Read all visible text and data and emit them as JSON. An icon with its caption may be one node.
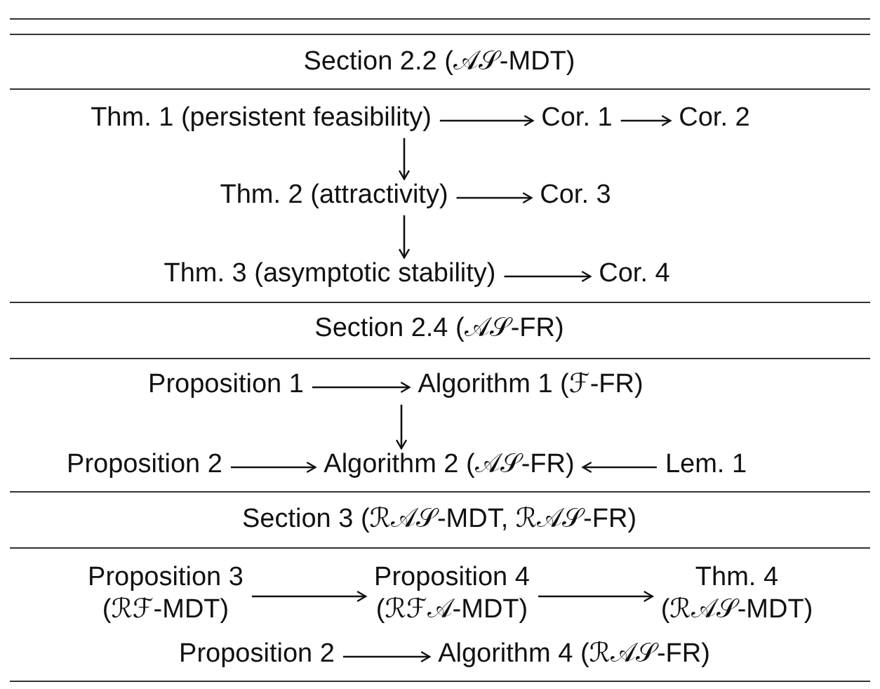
{
  "diagram": {
    "nodes": [
      {
        "text": [
          "Thm. 1 (persistent feasibility)"
        ]
      },
      {
        "text": [
          "Cor. 1"
        ]
      },
      {
        "text": [
          "Cor. 2"
        ]
      },
      {
        "text": [
          "Thm. 2 (attractivity)"
        ]
      },
      {
        "text": [
          "Cor. 3"
        ]
      },
      {
        "text": [
          "Thm. 3 (asymptotic stability)"
        ]
      },
      {
        "text": [
          "Cor. 4"
        ]
      },
      {
        "text": [
          "Proposition 1"
        ]
      },
      {
        "text": [
          "Algorithm 1 (ℱ-FR)"
        ]
      },
      {
        "text": [
          "Proposition 2"
        ]
      },
      {
        "text": [
          "Algorithm 2 (𝒜𝒮-FR)"
        ]
      },
      {
        "text": [
          "Lem. 1"
        ]
      },
      {
        "text": [
          "Proposition 3",
          "(ℛℱ-MDT)"
        ]
      },
      {
        "text": [
          "Proposition 4",
          "(ℛℱ𝒜-MDT)"
        ]
      },
      {
        "text": [
          "Thm. 4",
          "(ℛ𝒜𝒮-MDT)"
        ]
      },
      {
        "text": [
          "Proposition 2"
        ]
      },
      {
        "text": [
          "Algorithm 4 (ℛ𝒜𝒮-FR)"
        ]
      }
    ],
    "edges": [
      {
        "from": 0,
        "to": 1,
        "arrow": "to"
      },
      {
        "from": 1,
        "to": 2,
        "arrow": "to"
      },
      {
        "from": 0,
        "to": 3,
        "arrow": "to"
      },
      {
        "from": 3,
        "to": 4,
        "arrow": "to"
      },
      {
        "from": 3,
        "to": 5,
        "arrow": "to"
      },
      {
        "from": 5,
        "to": 6,
        "arrow": "to"
      },
      {
        "from": 7,
        "to": 8,
        "arrow": "to"
      },
      {
        "from": 8,
        "to": 10,
        "arrow": "to"
      },
      {
        "from": 9,
        "to": 10,
        "arrow": "to"
      },
      {
        "from": 11,
        "to": 10,
        "arrow": "to"
      },
      {
        "from": 12,
        "to": 13,
        "arrow": "to"
      },
      {
        "from": 13,
        "to": 14,
        "arrow": "to"
      },
      {
        "from": 15,
        "to": 16,
        "arrow": "to"
      }
    ],
    "labels": [
      "Section 2.2 (𝒜𝒮-MDT)",
      "Section 2.4 (𝒜𝒮-FR)",
      "Section 3 (ℛ𝒜𝒮-MDT, ℛ𝒜𝒮-FR)"
    ]
  }
}
